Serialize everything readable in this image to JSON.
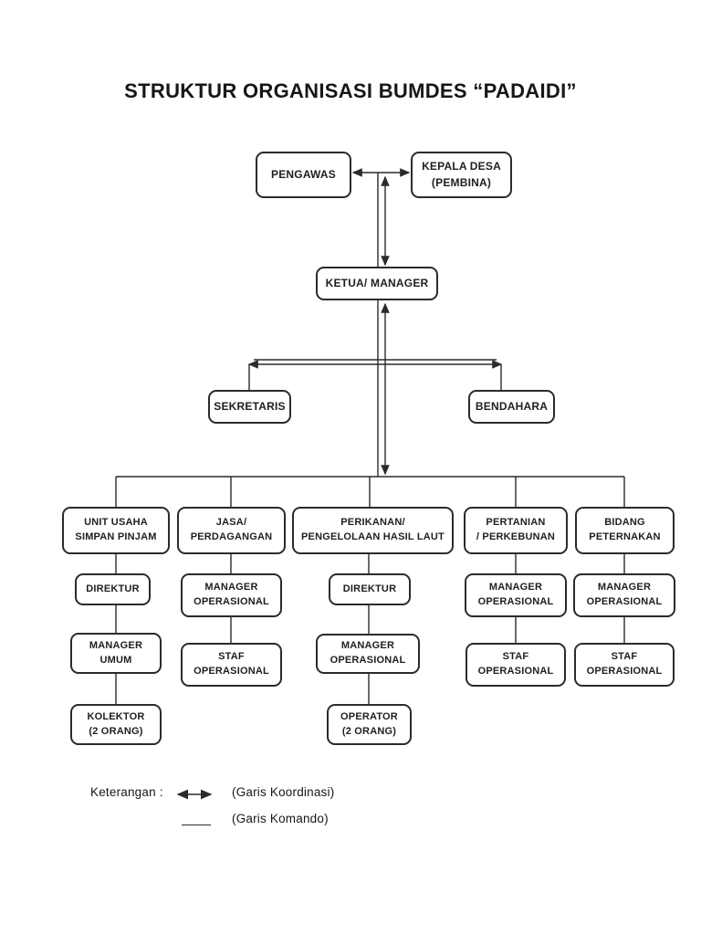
{
  "title": "STRUKTUR ORGANISASI BUMDES “PADAIDI”",
  "nodes": {
    "pengawas": "PENGAWAS",
    "kepala_desa": "KEPALA DESA\n(PEMBINA)",
    "ketua": "KETUA/ MANAGER",
    "sekretaris": "SEKRETARIS",
    "bendahara": "BENDAHARA"
  },
  "divisions": [
    {
      "boxes": [
        "UNIT USAHA\nSIMPAN PINJAM",
        "DIREKTUR",
        "MANAGER\nUMUM",
        "KOLEKTOR\n(2 ORANG)"
      ]
    },
    {
      "boxes": [
        "JASA/\nPERDAGANGAN",
        "MANAGER\nOPERASIONAL",
        "STAF\nOPERASIONAL"
      ]
    },
    {
      "boxes": [
        "PERIKANAN/\nPENGELOLAAN HASIL LAUT",
        "DIREKTUR",
        "MANAGER\nOPERASIONAL",
        "OPERATOR\n(2 ORANG)"
      ]
    },
    {
      "boxes": [
        "PERTANIAN\n/ PERKEBUNAN",
        "MANAGER\nOPERASIONAL",
        "STAF\nOPERASIONAL"
      ]
    },
    {
      "boxes": [
        "BIDANG\nPETERNAKAN",
        "MANAGER\nOPERASIONAL",
        "STAF\nOPERASIONAL"
      ]
    }
  ],
  "legend": {
    "label": "Keterangan :",
    "koordinasi": "(Garis Koordinasi)",
    "komando": "(Garis Komando)"
  },
  "icons": {
    "koordinasi": "double-headed-arrow",
    "komando": "plain-line"
  },
  "colors": {
    "line": "#2b2b2b",
    "text": "#1f1f1f",
    "background": "#ffffff"
  }
}
